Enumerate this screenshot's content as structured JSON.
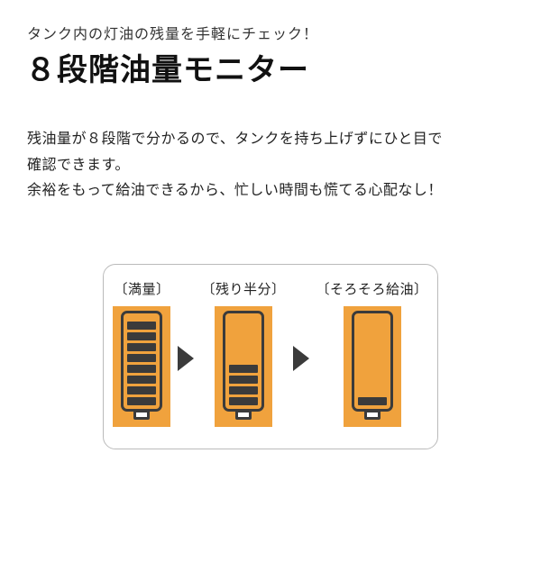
{
  "header": {
    "tagline": "タンク内の灯油の残量を手軽にチェック！",
    "title": "８段階油量モニター"
  },
  "description": {
    "lines": [
      "残油量が８段階で分かるので、タンクを持ち上げずにひと目で",
      "確認できます。",
      "余裕をもって給油できるから、忙しい時間も慌てる心配なし！"
    ]
  },
  "monitor_diagram": {
    "stages": [
      {
        "label": "〔満量〕",
        "level_bars": 8,
        "total_bars": 8
      },
      {
        "label": "〔残り半分〕",
        "level_bars": 4,
        "total_bars": 8
      },
      {
        "label": "〔そろそろ給油〕",
        "level_bars": 1,
        "total_bars": 8
      }
    ],
    "colors": {
      "tank_panel_orange": "#F0A23D",
      "bar_dark": "#3B3B3B",
      "arrow_dark": "#3B3B3B",
      "box_border": "#BBBBBB"
    }
  }
}
